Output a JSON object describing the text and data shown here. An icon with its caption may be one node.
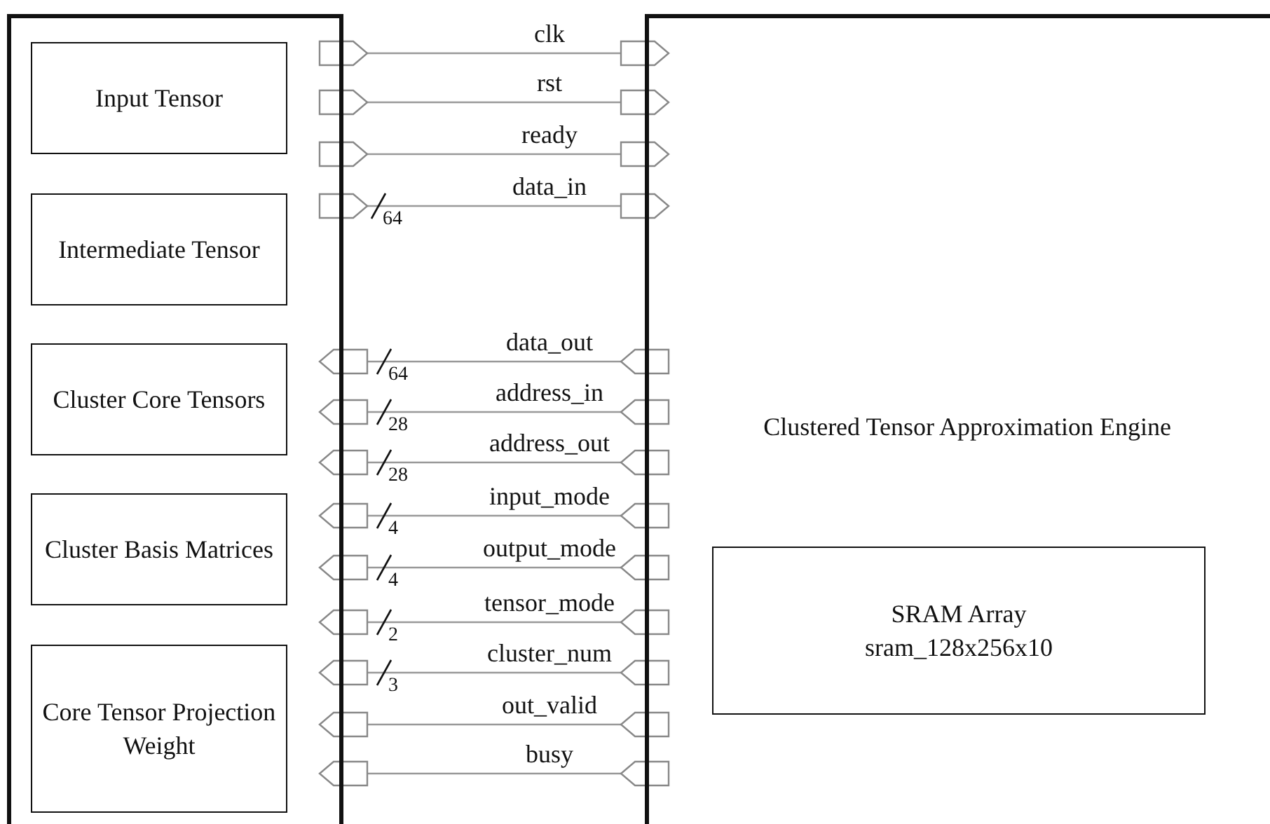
{
  "diagram": {
    "nodes": [
      {
        "text": [],
        "shape": "box"
      },
      {
        "text": [
          "Input Tensor"
        ],
        "in": 0
      },
      {
        "text": [
          "Intermediate Tensor"
        ],
        "in": 0
      },
      {
        "text": [
          "Cluster Core Tensors"
        ],
        "in": 0
      },
      {
        "text": [
          "Cluster Basis Matrices"
        ],
        "in": 0
      },
      {
        "text": [
          "Core Tensor Projection Weight"
        ],
        "in": 0
      },
      {
        "text": [
          "Clustered Tensor Approximation Engine"
        ]
      },
      {
        "text": [
          "SRAM Array",
          "sram_128x256x10"
        ],
        "in": 6
      }
    ],
    "edges": [
      {
        "from": 0,
        "to": 6,
        "label": "clk",
        "arrow": "to"
      },
      {
        "from": 0,
        "to": 6,
        "label": "rst",
        "arrow": "to"
      },
      {
        "from": 0,
        "to": 6,
        "label": "ready",
        "arrow": "to"
      },
      {
        "from": 0,
        "to": 6,
        "label": "data_in",
        "arrow": "to"
      },
      {
        "from": 6,
        "to": 0,
        "label": "data_out",
        "arrow": "to"
      },
      {
        "from": 6,
        "to": 0,
        "label": "address_in",
        "arrow": "to"
      },
      {
        "from": 6,
        "to": 0,
        "label": "address_out",
        "arrow": "to"
      },
      {
        "from": 6,
        "to": 0,
        "label": "input_mode",
        "arrow": "to"
      },
      {
        "from": 6,
        "to": 0,
        "label": "output_mode",
        "arrow": "to"
      },
      {
        "from": 6,
        "to": 0,
        "label": "tensor_mode",
        "arrow": "to"
      },
      {
        "from": 6,
        "to": 0,
        "label": "cluster_num",
        "arrow": "to"
      },
      {
        "from": 6,
        "to": 0,
        "label": "out_valid",
        "arrow": "to"
      },
      {
        "from": 6,
        "to": 0,
        "label": "busy",
        "arrow": "to"
      }
    ],
    "labels": [
      "64",
      "64",
      "28",
      "28",
      "4",
      "4",
      "2",
      "3"
    ]
  }
}
